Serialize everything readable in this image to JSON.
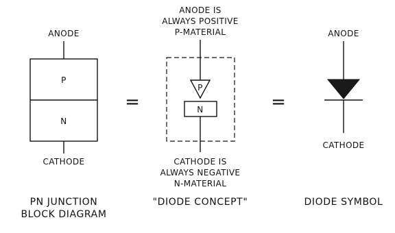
{
  "block_diagram": {
    "anode_label": "ANODE",
    "p_label": "P",
    "n_label": "N",
    "cathode_label": "CATHODE",
    "caption_line1": "PN JUNCTION",
    "caption_line2": "BLOCK DIAGRAM"
  },
  "equals_sign": "=",
  "diode_concept": {
    "anode_note_line1": "ANODE IS",
    "anode_note_line2": "ALWAYS POSITIVE",
    "anode_note_line3": "P-MATERIAL",
    "p_label": "P",
    "n_label": "N",
    "cathode_note_line1": "CATHODE IS",
    "cathode_note_line2": "ALWAYS NEGATIVE",
    "cathode_note_line3": "N-MATERIAL",
    "caption": "\"DIODE CONCEPT\""
  },
  "diode_symbol": {
    "anode_label": "ANODE",
    "cathode_label": "CATHODE",
    "caption": "DIODE SYMBOL"
  }
}
